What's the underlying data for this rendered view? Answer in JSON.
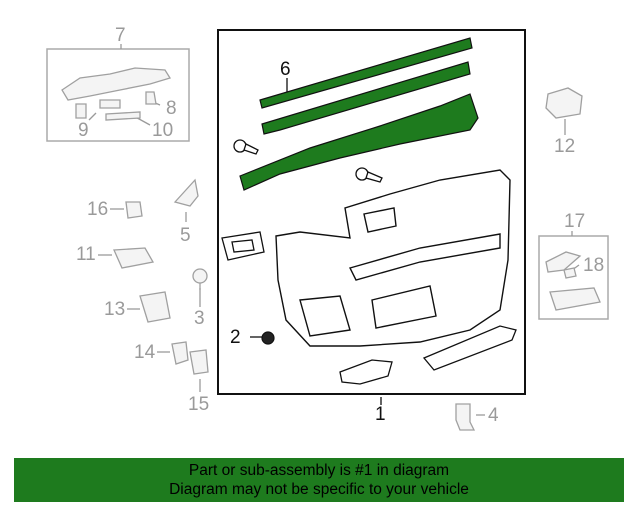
{
  "colors": {
    "highlight": "#1e7b1e",
    "gray_part": "#a0a0a0",
    "dark_part": "#222222",
    "banner_bg": "#1e7b1e"
  },
  "callouts": {
    "c1": "1",
    "c2": "2",
    "c3": "3",
    "c4": "4",
    "c5": "5",
    "c6": "6",
    "c7": "7",
    "c8": "8",
    "c9": "9",
    "c10": "10",
    "c11": "11",
    "c12": "12",
    "c13": "13",
    "c14": "14",
    "c15": "15",
    "c16": "16",
    "c17": "17",
    "c18": "18"
  },
  "banner": {
    "line1": "Part or sub-assembly is #1 in diagram",
    "line2": "Diagram may not be specific to your vehicle"
  }
}
